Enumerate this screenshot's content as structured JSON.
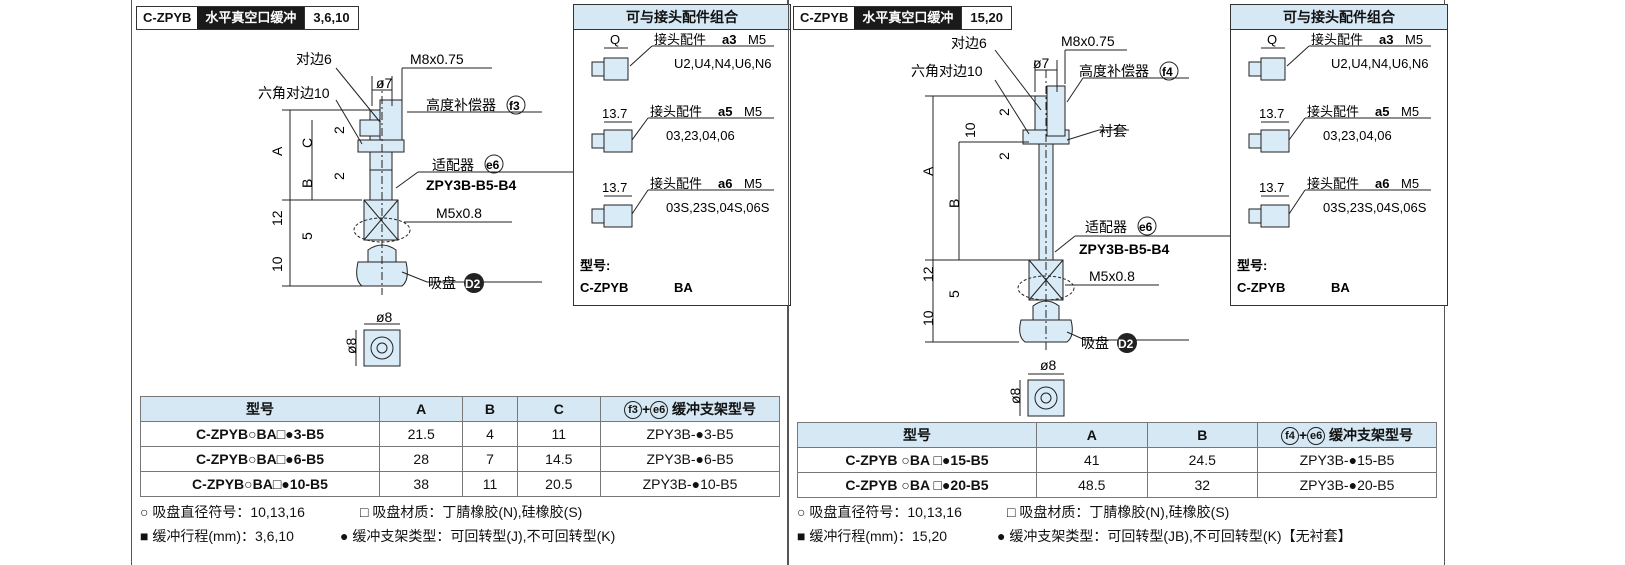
{
  "left": {
    "header": {
      "code": "C-ZPYB",
      "name": "水平真空口缓冲",
      "sizes": "3,6,10"
    },
    "combo": {
      "title": "可与接头配件组合",
      "f1": {
        "dim": "Q",
        "label": "接头配件",
        "badge": "a3",
        "thread": "M5",
        "opts": "U2,U4,N4,U6,N6"
      },
      "f2": {
        "dim": "13.7",
        "label": "接头配件",
        "badge": "a5",
        "thread": "M5",
        "opts": "03,23,04,06"
      },
      "f3": {
        "dim": "13.7",
        "label": "接头配件",
        "badge": "a6",
        "thread": "M5",
        "opts": "03S,23S,04S,06S"
      },
      "model_label": "型号:",
      "model": "C-ZPYB",
      "model_tail": "BA"
    },
    "drawing": {
      "hex6": "对边6",
      "m8": "M8x0.75",
      "hex10": "六角对边10",
      "phi7": "ø7",
      "comp": "高度补偿器",
      "comp_badge": "f3",
      "d2": "2",
      "adapter": "适配器",
      "adapter_badge": "e6",
      "part": "ZPY3B-B5-B4",
      "m5": "M5x0.8",
      "a": "A",
      "b": "B",
      "c": "C",
      "d12": "12",
      "d5": "5",
      "d10": "10",
      "cup": "吸盘",
      "cup_badge": "D2",
      "phi8": "ø8"
    },
    "table": {
      "headers": [
        "型号",
        "A",
        "B",
        "C"
      ],
      "h_last_a": "f3",
      "h_last_b": "e6",
      "h_last_c": "缓冲支架型号",
      "rows": [
        {
          "pre": "C-ZPYB",
          "mid": "BA",
          "suf": "3-B5",
          "a": "21.5",
          "b": "4",
          "c": "11",
          "part_pre": "ZPY3B-",
          "part_suf": "3-B5"
        },
        {
          "pre": "C-ZPYB",
          "mid": "BA",
          "suf": "6-B5",
          "a": "28",
          "b": "7",
          "c": "14.5",
          "part_pre": "ZPY3B-",
          "part_suf": "6-B5"
        },
        {
          "pre": "C-ZPYB",
          "mid": "BA",
          "suf": "10-B5",
          "a": "38",
          "b": "11",
          "c": "20.5",
          "part_pre": "ZPY3B-",
          "part_suf": "10-B5"
        }
      ]
    },
    "notes": {
      "n1": "吸盘直径符号：10,13,16",
      "n2": "吸盘材质：丁腈橡胶(N),硅橡胶(S)",
      "n3": "缓冲行程(mm)：3,6,10",
      "n4": "缓冲支架类型：可回转型(J),不可回转型(K)"
    }
  },
  "right": {
    "header": {
      "code": "C-ZPYB",
      "name": "水平真空口缓冲",
      "sizes": "15,20"
    },
    "combo": {
      "title": "可与接头配件组合",
      "f1": {
        "dim": "Q",
        "label": "接头配件",
        "badge": "a3",
        "thread": "M5",
        "opts": "U2,U4,N4,U6,N6"
      },
      "f2": {
        "dim": "13.7",
        "label": "接头配件",
        "badge": "a5",
        "thread": "M5",
        "opts": "03,23,04,06"
      },
      "f3": {
        "dim": "13.7",
        "label": "接头配件",
        "badge": "a6",
        "thread": "M5",
        "opts": "03S,23S,04S,06S"
      },
      "model_label": "型号:",
      "model": "C-ZPYB",
      "model_tail": "BA"
    },
    "drawing": {
      "hex6": "对边6",
      "m8": "M8x0.75",
      "hex10": "六角对边10",
      "phi7": "ø7",
      "comp": "高度补偿器",
      "comp_badge": "f4",
      "sleeve": "衬套",
      "d10": "10",
      "d2": "2",
      "a": "A",
      "b": "B",
      "adapter": "适配器",
      "adapter_badge": "e6",
      "part": "ZPY3B-B5-B4",
      "m5": "M5x0.8",
      "d12": "12",
      "d5": "5",
      "cup": "吸盘",
      "cup_badge": "D2",
      "phi8": "ø8"
    },
    "table": {
      "headers": [
        "型号",
        "A",
        "B"
      ],
      "h_last_a": "f4",
      "h_last_b": "e6",
      "h_last_c": "缓冲支架型号",
      "rows": [
        {
          "pre": "C-ZPYB",
          "mid": "BA",
          "suf": "15-B5",
          "a": "41",
          "b": "24.5",
          "part_pre": "ZPY3B-",
          "part_suf": "15-B5"
        },
        {
          "pre": "C-ZPYB",
          "mid": "BA",
          "suf": "20-B5",
          "a": "48.5",
          "b": "32",
          "part_pre": "ZPY3B-",
          "part_suf": "20-B5"
        }
      ]
    },
    "notes": {
      "n1": "吸盘直径符号：10,13,16",
      "n2": "吸盘材质：丁腈橡胶(N),硅橡胶(S)",
      "n3": "缓冲行程(mm)：15,20",
      "n4": "缓冲支架类型：可回转型(JB),不可回转型(K)【无衬套】"
    }
  }
}
